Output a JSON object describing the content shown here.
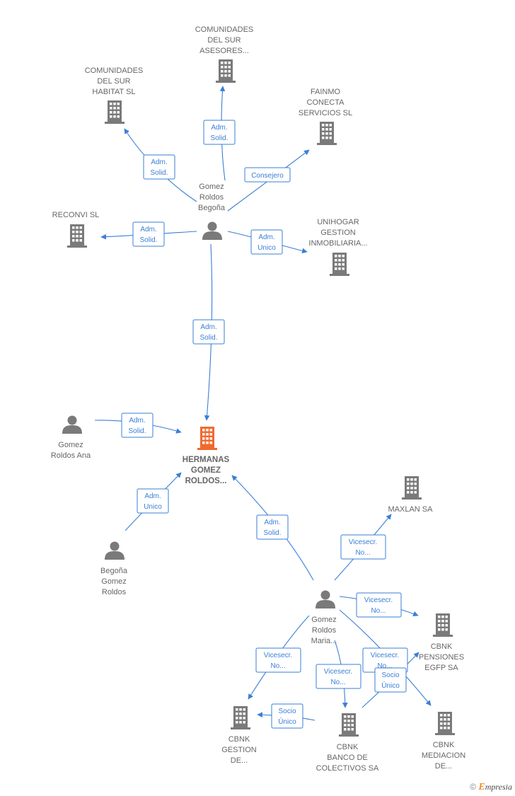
{
  "colors": {
    "edge": "#3a7fd5",
    "icon": "#7a7a7a",
    "highlight_icon": "#f06a2f",
    "label": "#666666"
  },
  "nodes": [
    {
      "id": "comunidades-asesores",
      "type": "company",
      "lines": [
        "COMUNIDADES",
        "DEL SUR",
        "ASESORES..."
      ]
    },
    {
      "id": "comunidades-habitat",
      "type": "company",
      "lines": [
        "COMUNIDADES",
        "DEL SUR",
        "HABITAT SL"
      ]
    },
    {
      "id": "fainmo",
      "type": "company",
      "lines": [
        "FAINMO",
        "CONECTA",
        "SERVICIOS  SL"
      ]
    },
    {
      "id": "reconvi",
      "type": "company",
      "lines": [
        "RECONVI  SL"
      ]
    },
    {
      "id": "unihogar",
      "type": "company",
      "lines": [
        "UNIHOGAR",
        "GESTION",
        "INMOBILIARIA..."
      ]
    },
    {
      "id": "begona-gomez-roldos-top",
      "type": "person",
      "lines": [
        "Gomez",
        "Roldos",
        "Begoña"
      ]
    },
    {
      "id": "hermanas",
      "type": "company-main",
      "lines": [
        "HERMANAS",
        "GOMEZ",
        "ROLDOS..."
      ]
    },
    {
      "id": "gomez-roldos-ana",
      "type": "person",
      "lines": [
        "Gomez",
        "Roldos Ana"
      ]
    },
    {
      "id": "begona-gomez-roldos-bottom",
      "type": "person",
      "lines": [
        "Begoña",
        "Gomez",
        "Roldos"
      ]
    },
    {
      "id": "maxlan",
      "type": "company",
      "lines": [
        "MAXLAN SA"
      ]
    },
    {
      "id": "gomez-roldos-maria",
      "type": "person",
      "lines": [
        "Gomez",
        "Roldos",
        "Maria..."
      ]
    },
    {
      "id": "cbnk-pensiones",
      "type": "company",
      "lines": [
        "CBNK",
        "PENSIONES",
        "EGFP SA"
      ]
    },
    {
      "id": "cbnk-gestion",
      "type": "company",
      "lines": [
        "CBNK",
        "GESTION",
        "DE..."
      ]
    },
    {
      "id": "cbnk-banco",
      "type": "company",
      "lines": [
        "CBNK",
        "BANCO DE",
        "COLECTIVOS SA"
      ]
    },
    {
      "id": "cbnk-mediacion",
      "type": "company",
      "lines": [
        "CBNK",
        "MEDIACION",
        "DE..."
      ]
    }
  ],
  "edges": [
    {
      "id": "e1",
      "label": [
        "Adm.",
        "Solid."
      ]
    },
    {
      "id": "e2",
      "label": [
        "Adm.",
        "Solid."
      ]
    },
    {
      "id": "e3",
      "label": [
        "Consejero"
      ]
    },
    {
      "id": "e4",
      "label": [
        "Adm.",
        "Solid."
      ]
    },
    {
      "id": "e5",
      "label": [
        "Adm.",
        "Unico"
      ]
    },
    {
      "id": "e6",
      "label": [
        "Adm.",
        "Solid."
      ]
    },
    {
      "id": "e7",
      "label": [
        "Adm.",
        "Solid."
      ]
    },
    {
      "id": "e8",
      "label": [
        "Adm.",
        "Unico"
      ]
    },
    {
      "id": "e9",
      "label": [
        "Adm.",
        "Solid."
      ]
    },
    {
      "id": "e10",
      "label": [
        "Vicesecr.",
        "No..."
      ]
    },
    {
      "id": "e11",
      "label": [
        "Vicesecr.",
        "No..."
      ]
    },
    {
      "id": "e12",
      "label": [
        "Vicesecr.",
        "No..."
      ]
    },
    {
      "id": "e13",
      "label": [
        "Vicesecr.",
        "No..."
      ]
    },
    {
      "id": "e14",
      "label": [
        "Vicesecr.",
        "No..."
      ]
    },
    {
      "id": "e15",
      "label": [
        "Socio",
        "Único"
      ]
    },
    {
      "id": "e16",
      "label": [
        "Socio",
        "Único"
      ]
    }
  ],
  "footer": {
    "copyright": "©",
    "brand_initial": "E",
    "brand_rest": "mpresia"
  }
}
